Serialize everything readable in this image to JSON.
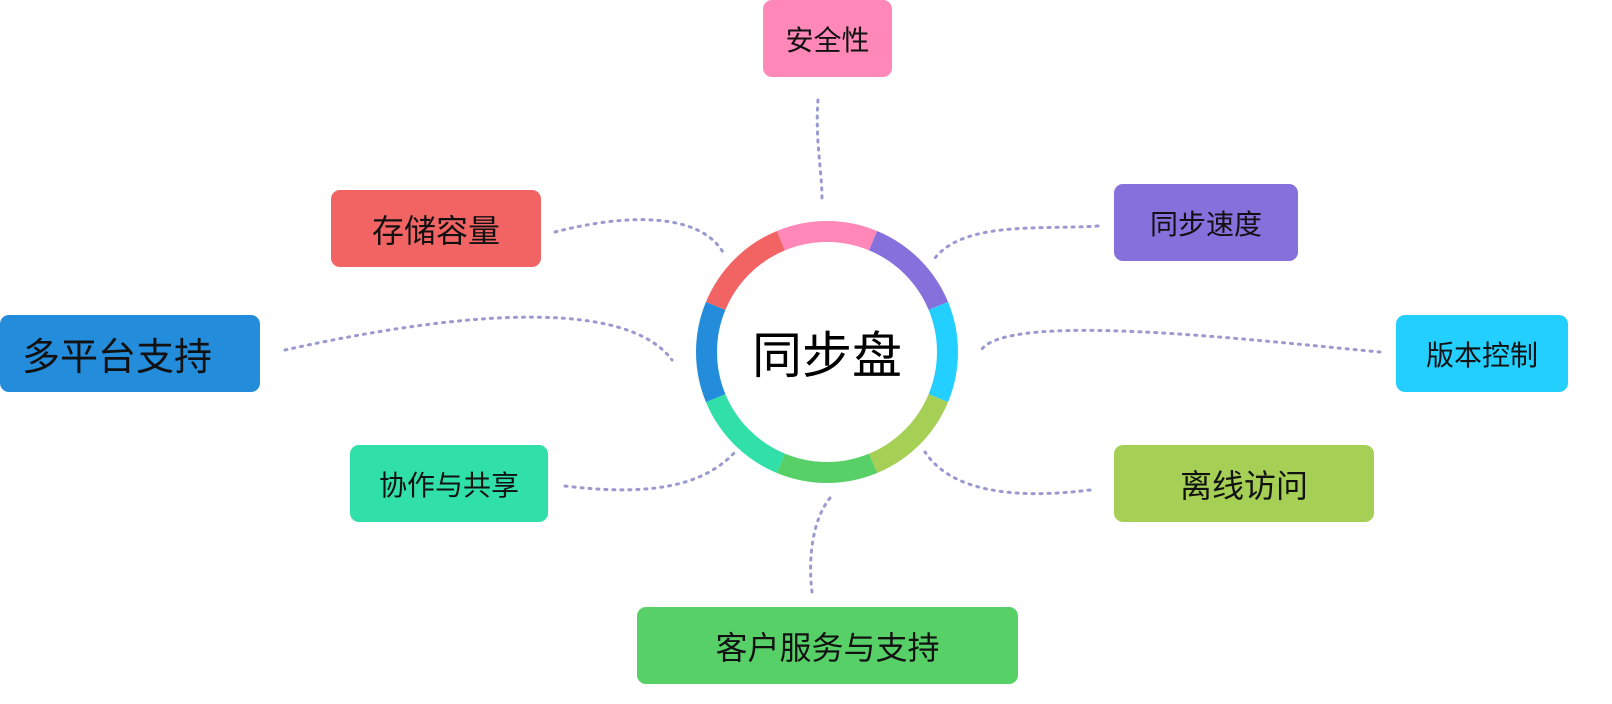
{
  "center": {
    "label": "同步盘"
  },
  "colors": {
    "connector": "#9a9ad0"
  },
  "nodes": [
    {
      "id": "security",
      "label": "安全性",
      "color": "#ff88b8"
    },
    {
      "id": "sync-speed",
      "label": "同步速度",
      "color": "#8670db"
    },
    {
      "id": "version-control",
      "label": "版本控制",
      "color": "#22cfff"
    },
    {
      "id": "offline-access",
      "label": "离线访问",
      "color": "#a5cf55"
    },
    {
      "id": "customer-support",
      "label": "客户服务与支持",
      "color": "#58d068"
    },
    {
      "id": "collaboration",
      "label": "协作与共享",
      "color": "#31e0a8"
    },
    {
      "id": "multi-platform",
      "label": "多平台支持",
      "color": "#238cdb"
    },
    {
      "id": "storage",
      "label": "存储容量",
      "color": "#f26464"
    }
  ]
}
